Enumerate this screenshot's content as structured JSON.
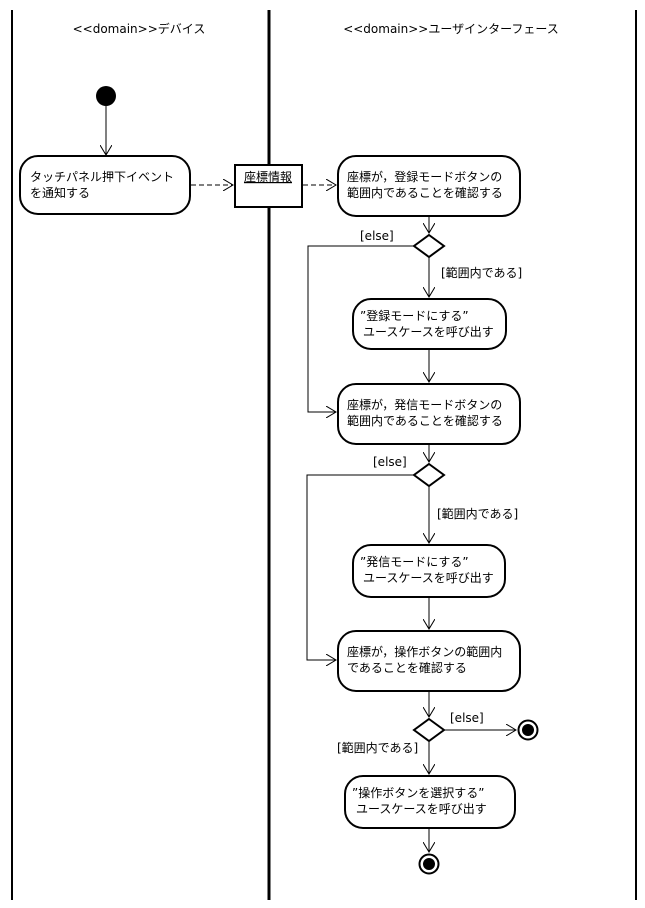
{
  "lanes": [
    {
      "name": "<<domain>>デバイス"
    },
    {
      "name": "<<domain>>ユーザインターフェース"
    }
  ],
  "nodes": {
    "touch_event": {
      "line1": "タッチパネル押下イベント",
      "line2": "を通知する"
    },
    "coord_info": {
      "label": "座標情報"
    },
    "check_register": {
      "line1": "座標が，登録モードボタンの",
      "line2": "範囲内であることを確認する"
    },
    "uc_register": {
      "line1": "”登録モードにする”",
      "line2": "ユースケースを呼び出す"
    },
    "check_send": {
      "line1": "座標が，発信モードボタンの",
      "line2": "範囲内であることを確認する"
    },
    "uc_send": {
      "line1": "”発信モードにする”",
      "line2": "ユースケースを呼び出す"
    },
    "check_operation": {
      "line1": "座標が，操作ボタンの範囲内",
      "line2": "であることを確認する"
    },
    "uc_operation": {
      "line1": "”操作ボタンを選択する”",
      "line2": "ユースケースを呼び出す"
    }
  },
  "guards": {
    "g1_else": "[else]",
    "g1_in": "[範囲内である]",
    "g2_else": "[else]",
    "g2_in": "[範囲内である]",
    "g3_else": "[else]",
    "g3_in": "[範囲内である]"
  }
}
